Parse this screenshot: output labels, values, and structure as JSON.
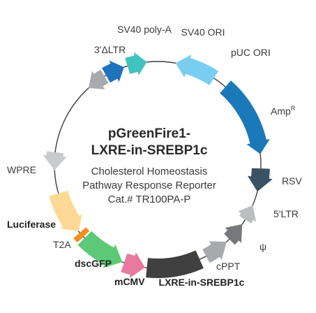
{
  "title": [
    "pGreenFire1-",
    "LXRE-in-SREBP1c"
  ],
  "subtitle": [
    "Cholesterol Homeostasis",
    "Pathway Response Reporter",
    "Cat.# TR100PA-P"
  ],
  "features": [
    {
      "label": "SV40 poly-A",
      "bold": false,
      "color": "#1f73bd"
    },
    {
      "label": "SV40 ORI",
      "bold": false,
      "color": "#41c3bf"
    },
    {
      "label": "pUC ORI",
      "bold": false,
      "color": "#79cdf1"
    },
    {
      "label": "Amp",
      "sup": "R",
      "bold": false,
      "color": "#1b79b9"
    },
    {
      "label": "RSV",
      "bold": false,
      "color": "#3a5364"
    },
    {
      "label": "5'LTR",
      "bold": false,
      "color": "#bcbec0"
    },
    {
      "label": "ψ",
      "bold": false,
      "color": "#77787b"
    },
    {
      "label": "cPPT",
      "bold": false,
      "color": "#a7a9ac"
    },
    {
      "label": "LXRE-in-SREBP1c",
      "bold": true,
      "color": "#404041"
    },
    {
      "label": "mCMV",
      "bold": true,
      "color": "#e8799f"
    },
    {
      "label": "dscGFP",
      "bold": true,
      "color": "#5dc976"
    },
    {
      "label": "T2A",
      "bold": false,
      "color": "#f18f1f"
    },
    {
      "label": "Luciferase",
      "bold": true,
      "color": "#fdd995"
    },
    {
      "label": "WPRE",
      "bold": false,
      "color": "#c9cacc"
    },
    {
      "label": "3'ΔLTR",
      "bold": false,
      "color": "#a7a9ac"
    }
  ]
}
